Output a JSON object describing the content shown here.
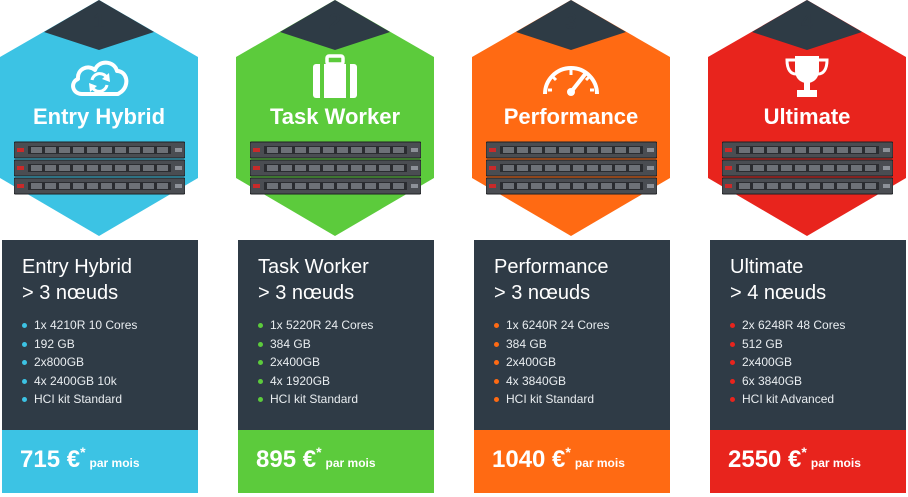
{
  "plans": [
    {
      "number": "1",
      "hex_title": "Entry Hybrid",
      "icon": "cloud-sync-icon",
      "color": "#3cc3e4",
      "card_title": "Entry Hybrid",
      "card_subtitle": "> 3 nœuds",
      "specs": [
        "1x 4210R 10 Cores",
        "192 GB",
        "2x800GB",
        "4x 2400GB 10k",
        "HCI kit Standard"
      ],
      "price": "715 €",
      "price_star": "*",
      "price_unit": "par mois"
    },
    {
      "number": "2",
      "hex_title": "Task Worker",
      "icon": "briefcase-icon",
      "color": "#5ccb3c",
      "card_title": "Task Worker",
      "card_subtitle": "> 3 nœuds",
      "specs": [
        "1x 5220R 24 Cores",
        "384 GB",
        "2x400GB",
        "4x 1920GB",
        "HCI kit Standard"
      ],
      "price": "895 €",
      "price_star": "*",
      "price_unit": "par mois"
    },
    {
      "number": "3",
      "hex_title": "Performance",
      "icon": "speedometer-icon",
      "color": "#ff6a13",
      "card_title": "Performance",
      "card_subtitle": "> 3 nœuds",
      "specs": [
        "1x 6240R 24 Cores",
        "384 GB",
        "2x400GB",
        "4x 3840GB",
        "HCI kit Standard"
      ],
      "price": "1040 €",
      "price_star": "*",
      "price_unit": "par mois"
    },
    {
      "number": "4",
      "hex_title": "Ultimate",
      "icon": "trophy-icon",
      "color": "#e8241d",
      "card_title": "Ultimate",
      "card_subtitle": "> 4 nœuds",
      "specs": [
        "2x 6248R 48 Cores",
        "512 GB",
        "2x400GB",
        "6x 3840GB",
        "HCI kit Advanced"
      ],
      "price": "2550 €",
      "price_star": "*",
      "price_unit": "par mois"
    }
  ],
  "colors": {
    "card_bg": "#2f3b46",
    "dark": "#2e3b45"
  }
}
